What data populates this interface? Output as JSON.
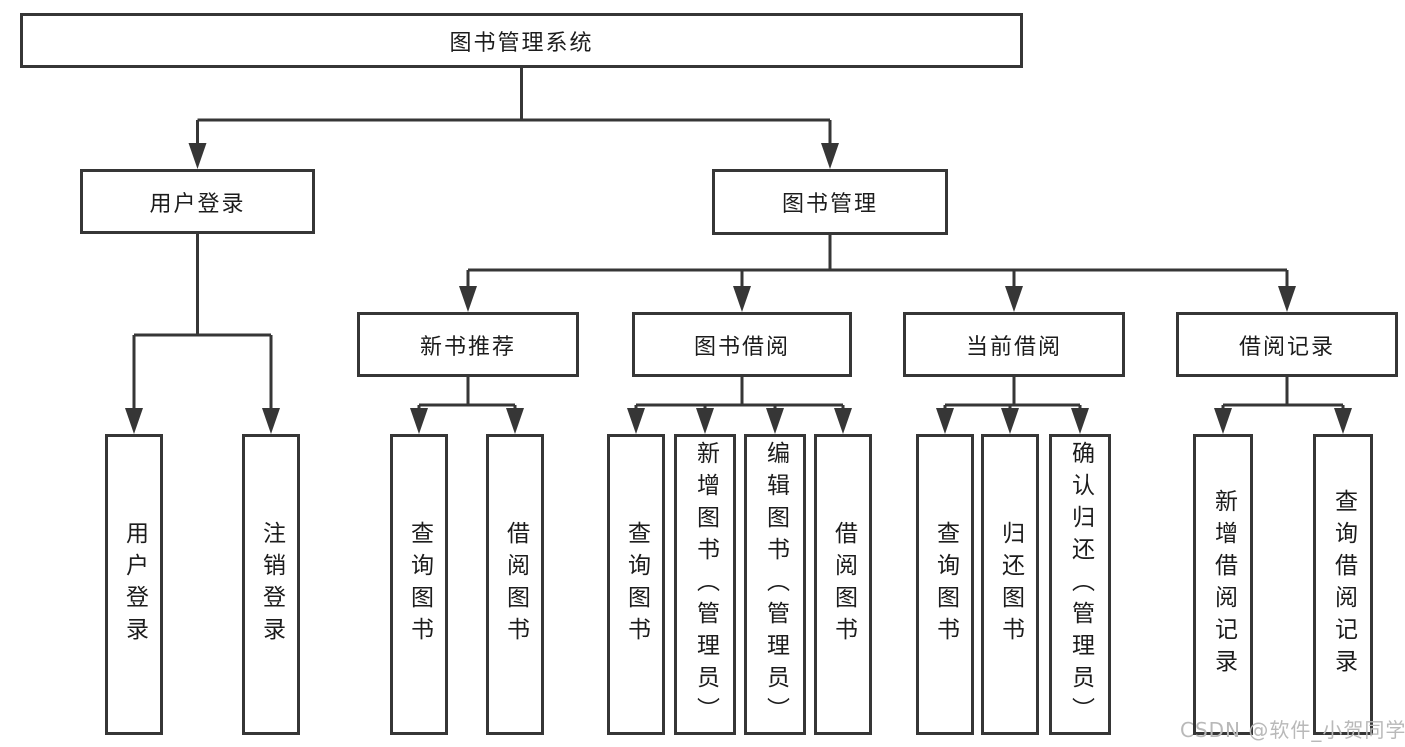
{
  "colors": {
    "line": "#363636",
    "box_border": "#363636",
    "text": "#1c1c1c",
    "background": "#ffffff",
    "watermark": "#b9b9b9"
  },
  "tree": {
    "label": "图书管理系统",
    "children": [
      {
        "label": "用户登录",
        "children": [
          {
            "label": "用户登录"
          },
          {
            "label": "注销登录"
          }
        ]
      },
      {
        "label": "图书管理",
        "children": [
          {
            "label": "新书推荐",
            "children": [
              {
                "label": "查询图书"
              },
              {
                "label": "借阅图书"
              }
            ]
          },
          {
            "label": "图书借阅",
            "children": [
              {
                "label": "查询图书"
              },
              {
                "label": "新增图书（管理员）"
              },
              {
                "label": "编辑图书（管理员）"
              },
              {
                "label": "借阅图书"
              }
            ]
          },
          {
            "label": "当前借阅",
            "children": [
              {
                "label": "查询图书"
              },
              {
                "label": "归还图书"
              },
              {
                "label": "确认归还（管理员）"
              }
            ]
          },
          {
            "label": "借阅记录",
            "children": [
              {
                "label": "新增借阅记录"
              },
              {
                "label": "查询借阅记录"
              }
            ]
          }
        ]
      }
    ]
  },
  "watermark": "CSDN @软件_小贺同学"
}
